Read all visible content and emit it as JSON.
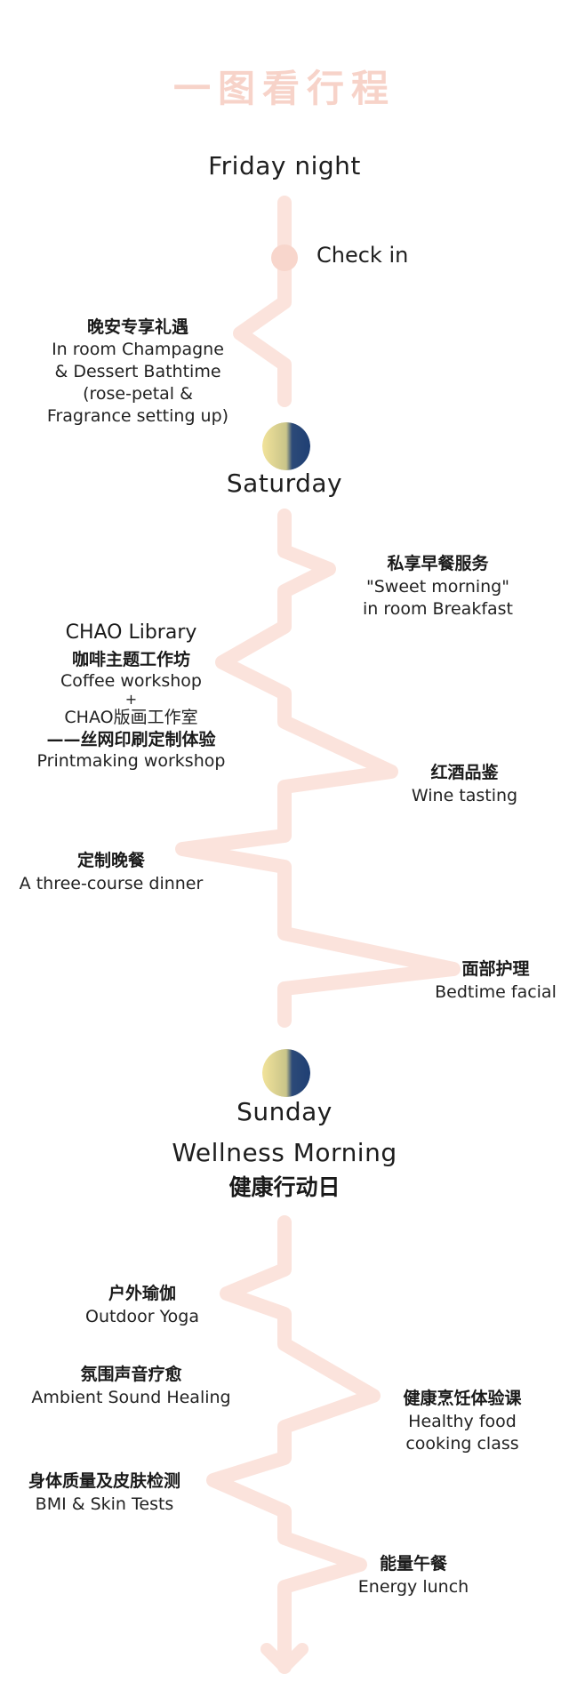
{
  "title": "一图看行程",
  "friday": {
    "label": "Friday night",
    "checkin": "Check in",
    "amenity": {
      "cn": "晚安专享礼遇",
      "lines": [
        "In room Champagne",
        "& Dessert  Bathtime",
        "(rose-petal &",
        "Fragrance setting up)"
      ]
    }
  },
  "saturday": {
    "label": "Saturday",
    "breakfast": {
      "cn": "私享早餐服务",
      "lines": [
        "\"Sweet morning\"",
        "in room Breakfast"
      ]
    },
    "library": {
      "title": "CHAO Library",
      "cn1": "咖啡主题工作坊",
      "en1": "Coffee workshop",
      "plus": "+",
      "en2": "CHAO版画工作室",
      "cn2": "——丝网印刷定制体验",
      "en3": "Printmaking workshop"
    },
    "wine": {
      "cn": "红酒品鉴",
      "en": "Wine tasting"
    },
    "dinner": {
      "cn": "定制晚餐",
      "en": "A three-course dinner"
    },
    "facial": {
      "cn": "面部护理",
      "en": "Bedtime facial"
    }
  },
  "sunday": {
    "label": "Sunday",
    "subtitle_en": "Wellness Morning",
    "subtitle_cn": "健康行动日",
    "yoga": {
      "cn": "户外瑜伽",
      "en": "Outdoor Yoga"
    },
    "sound": {
      "cn": "氛围声音疗愈",
      "en": "Ambient Sound Healing"
    },
    "cooking": {
      "cn": "健康烹饪体验课",
      "lines": [
        "Healthy food",
        "cooking class"
      ]
    },
    "bmi": {
      "cn": "身体质量及皮肤检测",
      "en": "BMI & Skin Tests"
    },
    "lunch": {
      "cn": "能量午餐",
      "en": "Energy lunch"
    }
  },
  "colors": {
    "route": "#fbe3dc",
    "title": "#f7d3c9",
    "moon_navy": "#1f3f74",
    "moon_gold": "#efe08f"
  }
}
